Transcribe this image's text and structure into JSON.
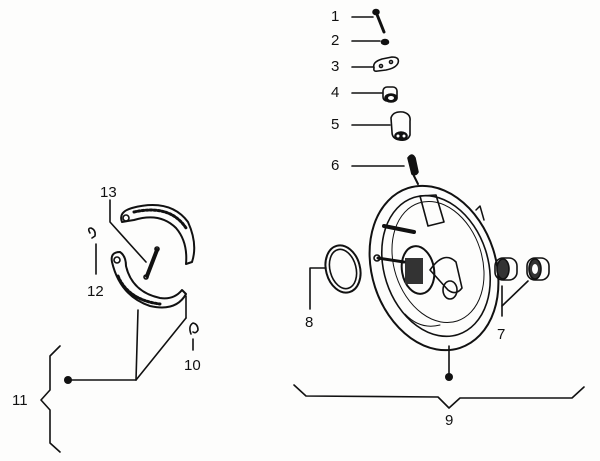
{
  "diagram": {
    "type": "exploded-parts-view",
    "subject": "brake backing plate assembly with brake shoes",
    "parts": [
      {
        "id": "1",
        "label": "1",
        "shape": "bolt/pin"
      },
      {
        "id": "2",
        "label": "2",
        "shape": "small washer"
      },
      {
        "id": "3",
        "label": "3",
        "shape": "plate/link"
      },
      {
        "id": "4",
        "label": "4",
        "shape": "bushing"
      },
      {
        "id": "5",
        "label": "5",
        "shape": "sleeve"
      },
      {
        "id": "6",
        "label": "6",
        "shape": "gear"
      },
      {
        "id": "7",
        "label": "7",
        "shape": "bearings (pair)"
      },
      {
        "id": "8",
        "label": "8",
        "shape": "seal ring"
      },
      {
        "id": "9",
        "label": "9",
        "shape": "backing plate assembly (bracket)"
      },
      {
        "id": "10",
        "label": "10",
        "shape": "clip"
      },
      {
        "id": "11",
        "label": "11",
        "shape": "brake shoe assembly (bracket)"
      },
      {
        "id": "12",
        "label": "12",
        "shape": "spring clip"
      },
      {
        "id": "13",
        "label": "13",
        "shape": "return spring"
      }
    ]
  },
  "labels": {
    "l1": "1",
    "l2": "2",
    "l3": "3",
    "l4": "4",
    "l5": "5",
    "l6": "6",
    "l7": "7",
    "l8": "8",
    "l9": "9",
    "l10": "10",
    "l11": "11",
    "l12": "12",
    "l13": "13"
  },
  "colors": {
    "ink": "#111111",
    "paper": "#fdfdfc"
  }
}
